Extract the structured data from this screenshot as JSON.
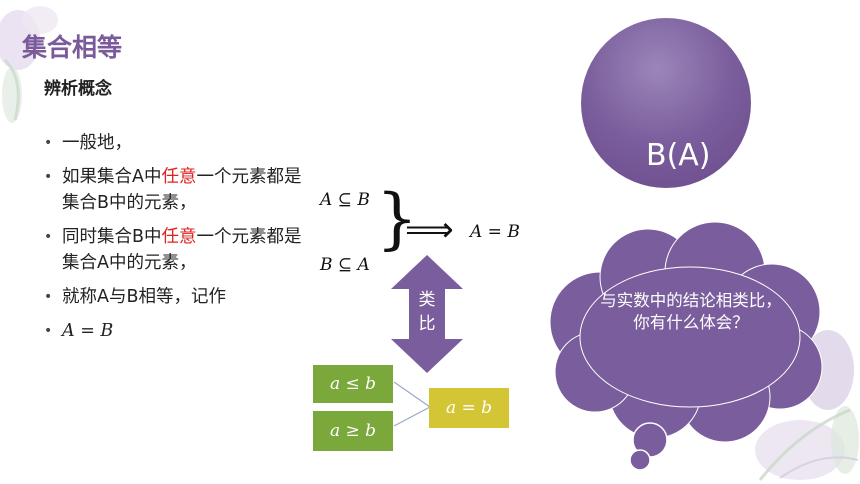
{
  "title": "集合相等",
  "subtitle": "辨析概念",
  "bullets": {
    "b1": "一般地，",
    "b2_pre": "如果集合A中",
    "b2_red": "任意",
    "b2_post": "一个元素都是集合B中的元素，",
    "b3_pre": "同时集合B中",
    "b3_red": "任意",
    "b3_post": "一个元素都是集合A中的元素，",
    "b4": "就称A与B相等，记作",
    "b5": "A = B"
  },
  "math": {
    "a_sub_b": "A ⊆ B",
    "b_sub_a": "B ⊆ A",
    "brace": "}",
    "implies": "⟹",
    "a_eq_b": "A = B"
  },
  "analogy_label_1": "类",
  "analogy_label_2": "比",
  "boxes": {
    "le": "a ≤ b",
    "ge": "a ≥ b",
    "eq": "a = b"
  },
  "circle_label": "B(A)",
  "bubble_text": "与实数中的结论相类比，你有什么体会？",
  "colors": {
    "title": "#7a5a9a",
    "highlight": "#e02020",
    "purple": "#7a5d9c",
    "green_box": "#7aa83a",
    "yellow_box": "#d4c535"
  }
}
